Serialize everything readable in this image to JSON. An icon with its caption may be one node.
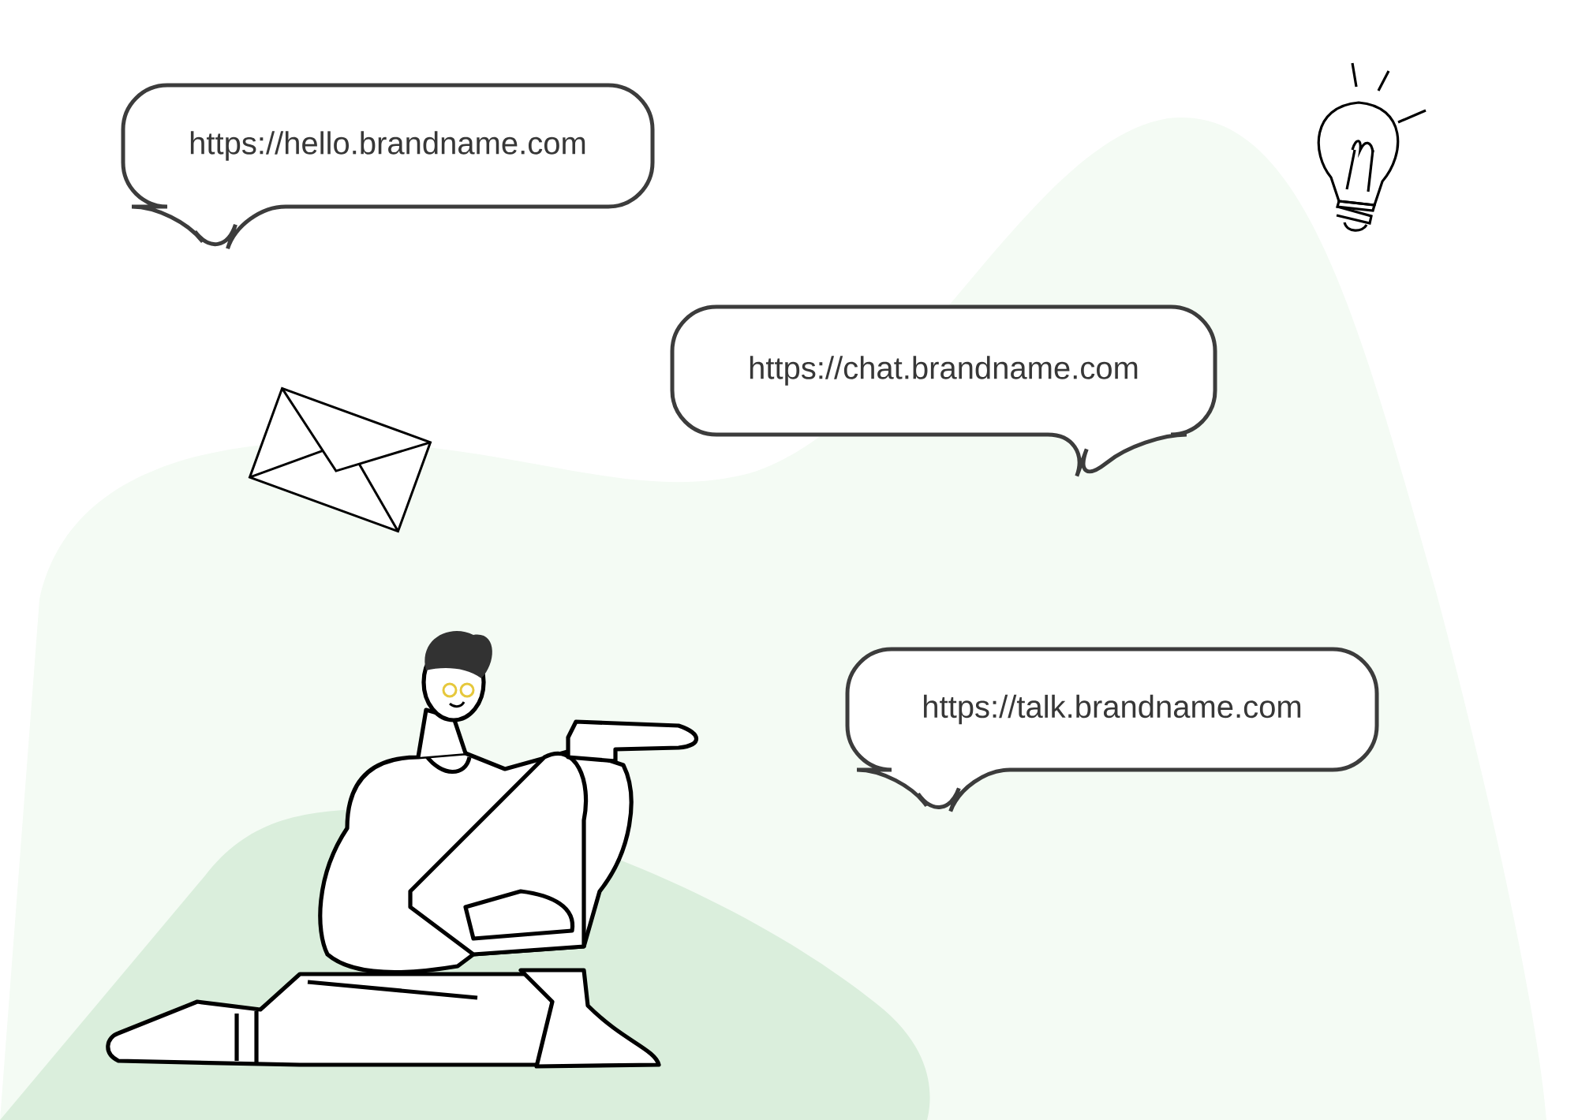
{
  "diagram": {
    "nodes": [
      {
        "text": [
          "https://hello.brandname.com"
        ]
      },
      {
        "text": [
          "https://chat.brandname.com"
        ]
      },
      {
        "text": [
          "https://talk.brandname.com"
        ]
      }
    ]
  }
}
